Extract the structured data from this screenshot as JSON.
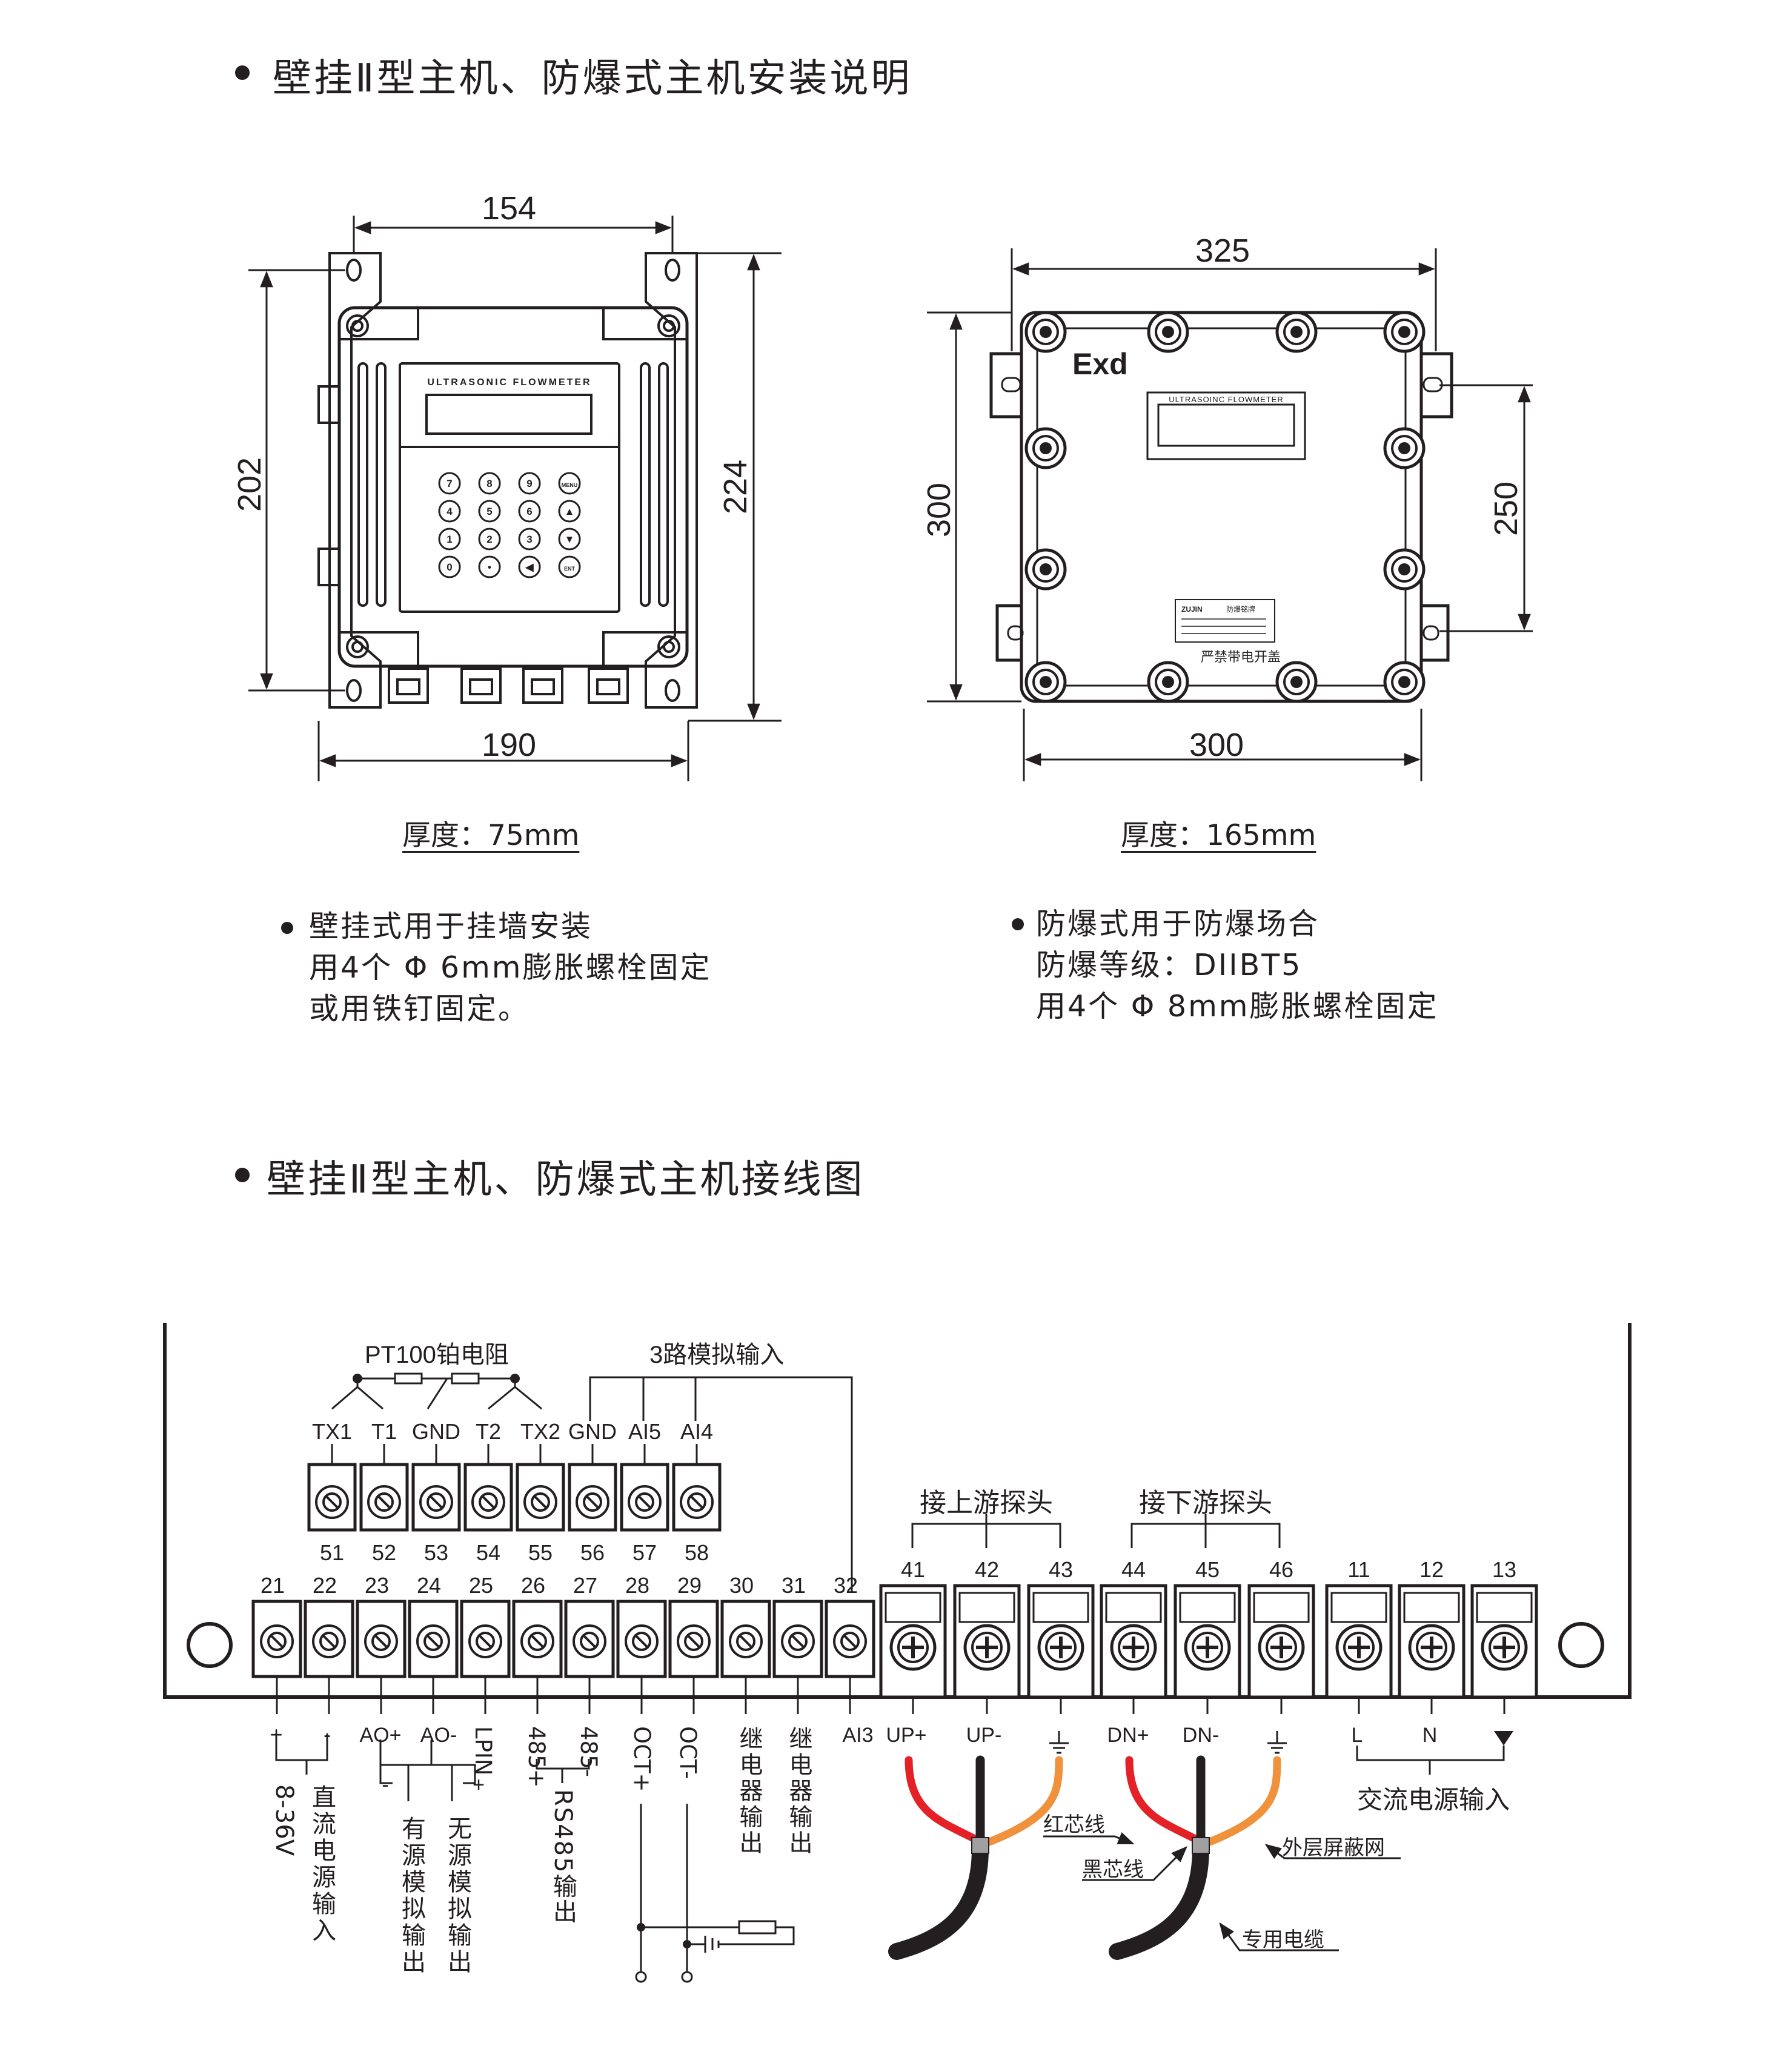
{
  "section1": {
    "title": "壁挂Ⅱ型主机、防爆式主机安装说明",
    "wall_unit": {
      "panel_title": "ULTRASONIC FLOWMETER",
      "keys": [
        "7",
        "8",
        "9",
        "MENU",
        "4",
        "5",
        "6",
        "▲",
        "1",
        "2",
        "3",
        "▼",
        "0",
        "•",
        "◀",
        "ENT"
      ],
      "dim_top": "154",
      "dim_bottom": "190",
      "dim_left": "202",
      "dim_right": "224",
      "thickness": "厚度：75mm",
      "notes": [
        "壁挂式用于挂墙安装",
        "用4个 Φ 6mm膨胀螺栓固定",
        "或用铁钉固定。"
      ]
    },
    "explosion_unit": {
      "mark": "Exd",
      "panel_title": "ULTRASOINC FLOWMETER",
      "nameplate_brand": "ZUJIN",
      "nameplate_title": "防爆铭牌",
      "warning": "严禁带电开盖",
      "dim_top": "325",
      "dim_bottom": "300",
      "dim_left": "300",
      "dim_right": "250",
      "thickness": "厚度：165mm",
      "notes": [
        "防爆式用于防爆场合",
        "防爆等级：DIIBT5",
        "用4个 Φ 8mm膨胀螺栓固定"
      ]
    }
  },
  "section2": {
    "title": "壁挂Ⅱ型主机、防爆式主机接线图",
    "group_pt100": "PT100铂电阻",
    "group_analog": "3路模拟输入",
    "upper_labels": [
      "TX1",
      "T1",
      "GND",
      "T2",
      "TX2",
      "GND",
      "AI5",
      "AI4"
    ],
    "upper_numbers": [
      "51",
      "52",
      "53",
      "54",
      "55",
      "56",
      "57",
      "58"
    ],
    "lower_numbers": [
      "21",
      "22",
      "23",
      "24",
      "25",
      "26",
      "27",
      "28",
      "29",
      "30",
      "31",
      "32"
    ],
    "big_numbers": [
      "41",
      "42",
      "43",
      "44",
      "45",
      "46",
      "11",
      "12",
      "13"
    ],
    "upstream": "接上游探头",
    "downstream": "接下游探头",
    "bottom_labels": {
      "plus": "+",
      "minus": "-",
      "ao_plus": "AO+",
      "ao_minus": "AO-",
      "lpin": "LPIN",
      "rs485_plus": "485+",
      "rs485_minus": "485-",
      "oct_plus": "OCT+",
      "oct_minus": "OCT-",
      "relay1": "继电器输出",
      "relay2": "继电器输出",
      "ai3": "AI3",
      "up_plus": "UP+",
      "up_minus": "UP-",
      "dn_plus": "DN+",
      "dn_minus": "DN-",
      "l": "L",
      "n": "N",
      "ground": "⏚",
      "pe": "▼"
    },
    "captions": {
      "dc_range": "8-36V",
      "dc_input": "直流电源输入",
      "active_analog": "有源模拟输出",
      "passive_analog": "无源模拟输出",
      "rs485_out": "RS485输出",
      "ac_input": "交流电源输入",
      "red_core": "红芯线",
      "black_core": "黑芯线",
      "shield": "外层屏蔽网",
      "cable": "专用电缆",
      "sign_minus": "-",
      "sign_plus": "+"
    }
  },
  "colors": {
    "ink": "#231f20",
    "red": "#e42126",
    "orange": "#f0913c",
    "black_cable": "#231f20"
  }
}
